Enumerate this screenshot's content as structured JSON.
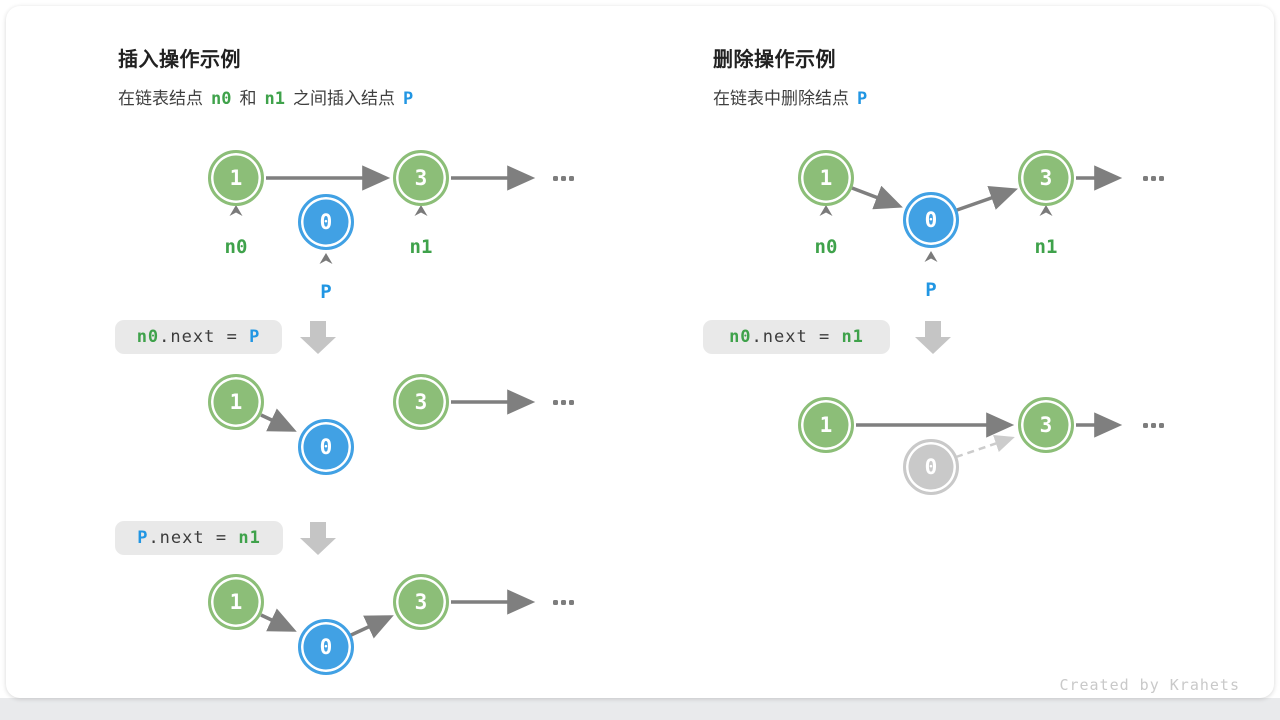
{
  "card": {
    "footer": "Created by Krahets"
  },
  "icons": {
    "ellipsis": "ellipsis-icon",
    "caret": "caret-up-icon",
    "down_arrow": "arrow-down-icon"
  },
  "colors": {
    "node_green": "#8CBE78",
    "node_blue": "#41A1E4",
    "node_gray": "#C9C9C9",
    "label_green": "#3FA24B",
    "label_blue": "#2196E3",
    "arrow_gray": "#7F7F7F",
    "code_bg": "#E9E9E9"
  },
  "insert": {
    "title": "插入操作示例",
    "subtitle": {
      "t1": "在链表结点",
      "n0": "n0",
      "t2": "和",
      "n1": "n1",
      "t3": "之间插入结点",
      "p": "P"
    },
    "labels": {
      "n0": "n0",
      "p": "P",
      "n1": "n1"
    },
    "step1": {
      "nodes": {
        "n1": "1",
        "n0": "0",
        "n3": "3"
      }
    },
    "code1": {
      "lhs": "n0",
      "mid": ".next = ",
      "rhs": "P"
    },
    "step2": {
      "nodes": {
        "n1": "1",
        "n0": "0",
        "n3": "3"
      }
    },
    "code2": {
      "lhs": "P",
      "mid": ".next = ",
      "rhs": "n1"
    },
    "step3": {
      "nodes": {
        "n1": "1",
        "n0": "0",
        "n3": "3"
      }
    }
  },
  "delete": {
    "title": "删除操作示例",
    "subtitle": {
      "t1": "在链表中删除结点",
      "p": "P"
    },
    "labels": {
      "n0": "n0",
      "p": "P",
      "n1": "n1"
    },
    "step1": {
      "nodes": {
        "n1": "1",
        "n0": "0",
        "n3": "3"
      }
    },
    "code1": {
      "lhs": "n0",
      "mid": ".next = ",
      "rhs": "n1"
    },
    "step2": {
      "nodes": {
        "n1": "1",
        "n0": "0",
        "n3": "3"
      }
    }
  }
}
